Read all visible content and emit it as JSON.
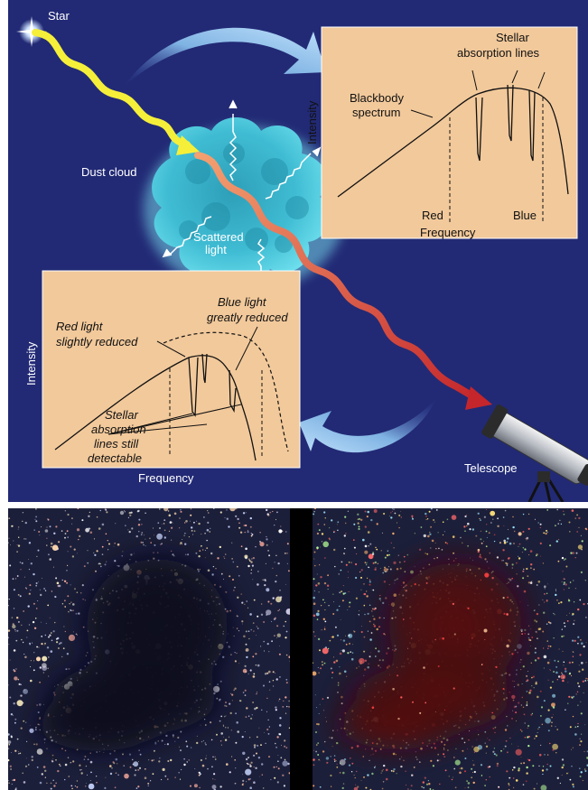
{
  "diagram": {
    "star_label": "Star",
    "dust_cloud_label": "Dust cloud",
    "scattered_label_1": "Scattered",
    "scattered_label_2": "light",
    "telescope_label": "Telescope",
    "top_panel": {
      "y_axis": "Intensity",
      "x_axis": "Frequency",
      "blackbody_label_1": "Blackbody",
      "blackbody_label_2": "spectrum",
      "absorption_label_1": "Stellar",
      "absorption_label_2": "absorption lines",
      "red_tick": "Red",
      "blue_tick": "Blue"
    },
    "bottom_panel": {
      "y_axis": "Intensity",
      "x_axis": "Frequency",
      "red_reduced_1": "Red light",
      "red_reduced_2": "slightly reduced",
      "blue_reduced_1": "Blue light",
      "blue_reduced_2": "greatly reduced",
      "still_detectable_1": "Stellar",
      "still_detectable_2": "absorption",
      "still_detectable_3": "lines still",
      "still_detectable_4": "detectable"
    },
    "colors": {
      "background": "#222a75",
      "panel": "#f2c99b",
      "star_ray": "#f5ef3a",
      "reddened_ray": "#c6282c",
      "dust_cloud": "#6fd6e6",
      "arrow": "#7fb3e3"
    }
  },
  "photos": {
    "left": {
      "description_icon": "dark-nebula-visible-icon",
      "star_count": 1400
    },
    "right": {
      "description_icon": "dark-nebula-infrared-icon",
      "star_count": 1400
    }
  }
}
